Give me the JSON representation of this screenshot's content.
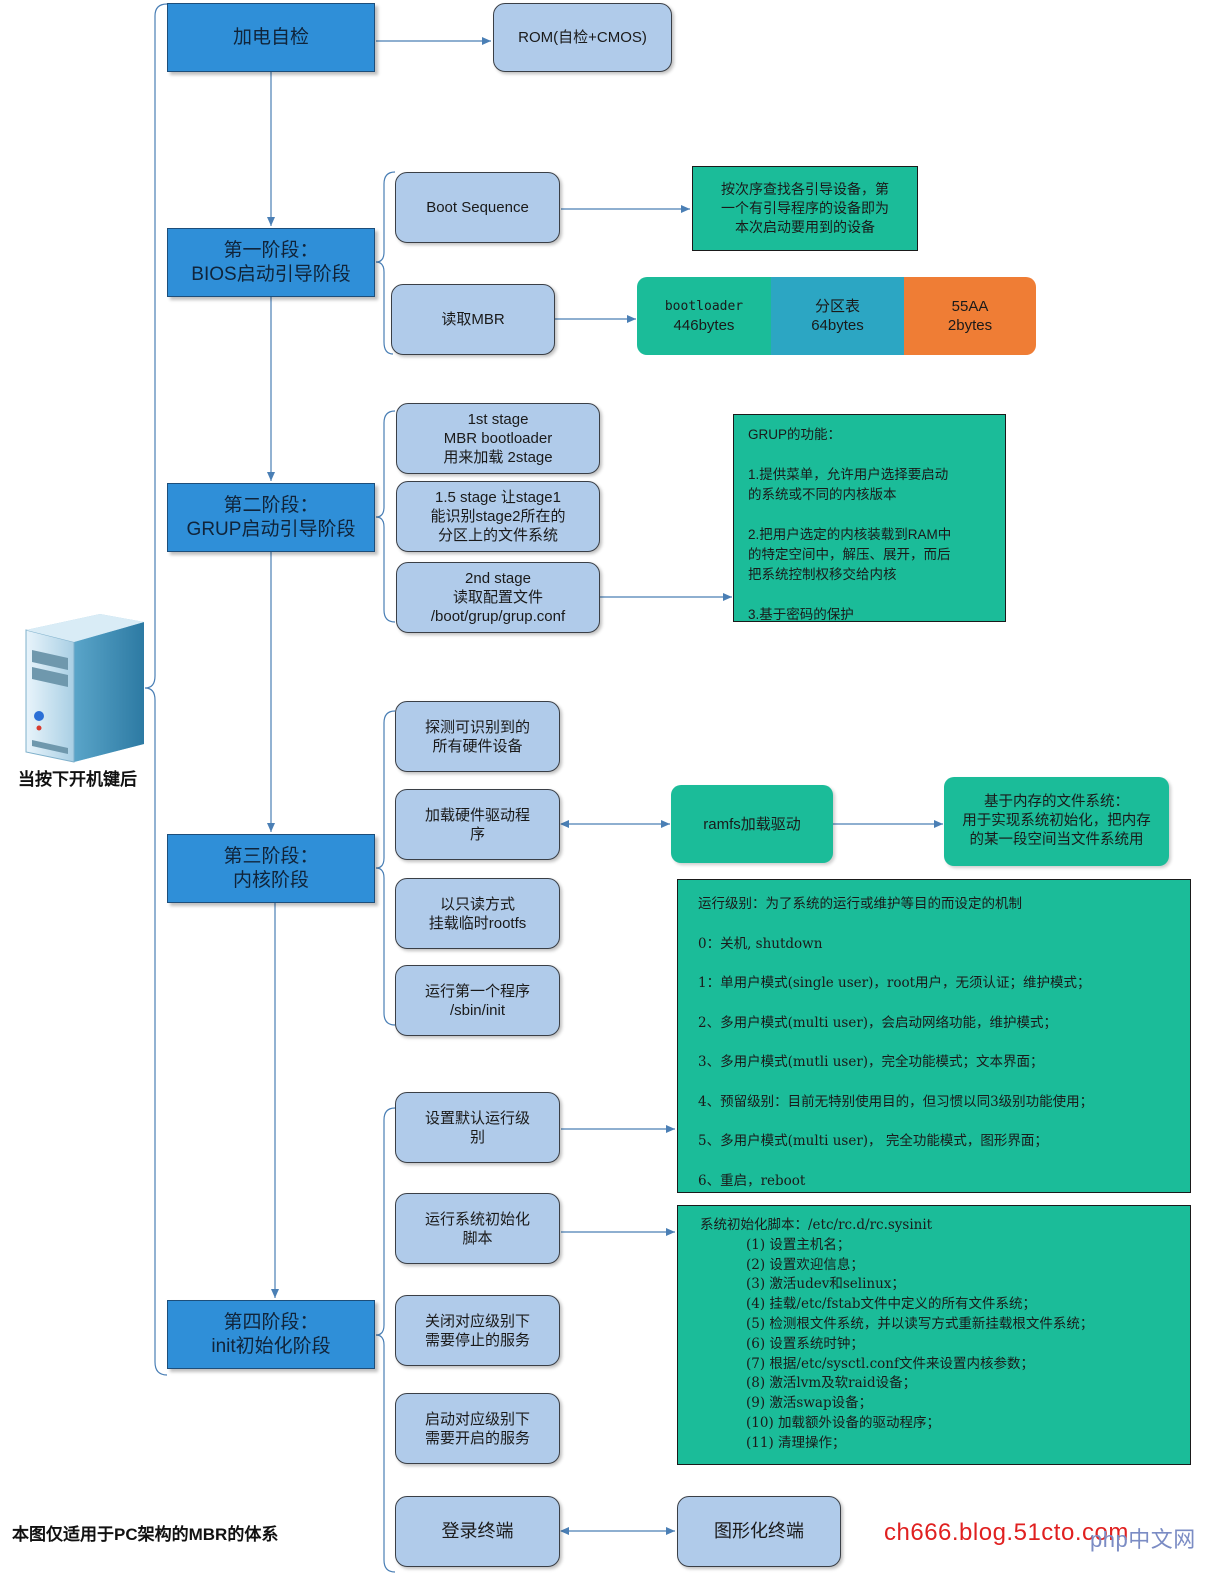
{
  "stages": {
    "power_on": "加电自检",
    "bios": "第一阶段：\nBIOS启动引导阶段",
    "grub": "第二阶段：\nGRUP启动引导阶段",
    "kernel": "第三阶段：\n内核阶段",
    "init": "第四阶段：\ninit初始化阶段"
  },
  "power_on_node": "ROM(自检+CMOS)",
  "bios_nodes": {
    "boot_sequence": "Boot Sequence",
    "boot_sequence_note": "按次序查找各引导设备，第\n一个有引导程序的设备即为\n本次启动要用到的设备",
    "read_mbr": "读取MBR",
    "mbr_parts": [
      {
        "name": "bootloader",
        "size": "446bytes"
      },
      {
        "name": "分区表",
        "size": "64bytes"
      },
      {
        "name": "55AA",
        "size": "2bytes"
      }
    ]
  },
  "grub_nodes": {
    "stage1": "1st stage\nMBR bootloader\n用来加载  2stage",
    "stage15": "1.5 stage  让stage1\n能识别stage2所在的\n分区上的文件系统",
    "stage2": "2nd stage\n读取配置文件\n/boot/grup/grup.conf",
    "function_lines": [
      "GRUP的功能：",
      "",
      "1.提供菜单，允许用户选择要启动",
      "的系统或不同的内核版本",
      "",
      "2.把用户选定的内核装载到RAM中",
      "的特定空间中，解压、展开，而后",
      "把系统控制权移交给内核",
      "",
      "3.基于密码的保护"
    ]
  },
  "kernel_nodes": {
    "detect": "探测可识别到的\n所有硬件设备",
    "load_drivers": "加载硬件驱动程\n序",
    "ramfs": "ramfs加载驱动",
    "ramfs_note": "基于内存的文件系统：\n用于实现系统初始化，把内存\n的某一段空间当文件系统用",
    "mount_rootfs": "以只读方式\n挂载临时rootfs",
    "run_init": "运行第一个程序\n/sbin/init"
  },
  "runlevels_lines": [
    "运行级别：为了系统的运行或维护等目的而设定的机制",
    "0：关机, shutdown",
    "1：单用户模式(single user)，root用户，无须认证；维护模式；",
    "2、多用户模式(multi user)，会启动网络功能，维护模式；",
    "3、多用户模式(mutli user)，完全功能模式；文本界面；",
    "4、预留级别：目前无特别使用目的，但习惯以同3级别功能使用；",
    "5、多用户模式(multi user)， 完全功能模式，图形界面；",
    "6、重启，reboot"
  ],
  "sysinit_lines": [
    "系统初始化脚本：/etc/rc.d/rc.sysinit",
    "(1) 设置主机名；",
    "(2) 设置欢迎信息；",
    "(3) 激活udev和selinux；",
    "(4) 挂载/etc/fstab文件中定义的所有文件系统；",
    "(5) 检测根文件系统，并以读写方式重新挂载根文件系统；",
    "(6) 设置系统时钟；",
    "(7) 根据/etc/sysctl.conf文件来设置内核参数；",
    "(8) 激活lvm及软raid设备；",
    "(9) 激活swap设备；",
    "(10) 加载额外设备的驱动程序；",
    "(11) 清理操作；"
  ],
  "init_nodes": {
    "set_runlevel": "设置默认运行级\n别",
    "run_sysinit": "运行系统初始化\n脚本",
    "stop_services": "关闭对应级别下\n需要停止的服务",
    "start_services": "启动对应级别下\n需要开启的服务",
    "login": "登录终端",
    "gui": "图形化终端"
  },
  "server_caption": "当按下开机键后",
  "footer_note": "本图仅适用于PC架构的MBR的体系",
  "watermark": {
    "main": "ch666.blog.51cto.com",
    "overlay": "php中文网"
  },
  "colors": {
    "stage": "#2f8fd8",
    "node": "#b0cbea",
    "note": "#1bbc99",
    "partition_table": "#2ca6c3",
    "signature": "#ef7d35"
  }
}
